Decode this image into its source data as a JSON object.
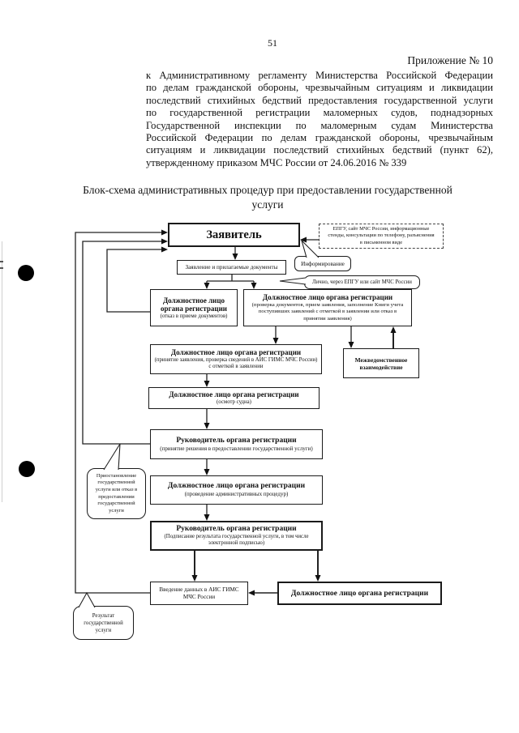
{
  "page": {
    "number": "51"
  },
  "header": {
    "appendix": "Приложение № 10",
    "lines": [
      "к Административному регламенту Министерства Российской Федерации",
      "по делам гражданской обороны, чрезвычайным ситуациям и ликвидации",
      "последствий стихийных бедствий предоставления государственной услуги",
      "по государственной регистрации маломерных судов, поднадзорных",
      "Государственной инспекции по маломерным судам Министерства",
      "Российской Федерации по делам гражданской обороны, чрезвычайным",
      "ситуациям и ликвидации последствий стихийных бедствий (пункт 62),",
      "утвержденному приказом МЧС России от 24.06.2016 № 339"
    ]
  },
  "title": {
    "line1": "Блок-схема административных процедур при предоставлении государственной",
    "line2": "услуги"
  },
  "flowchart": {
    "applicant": "Заявитель",
    "epgu_lines": [
      "ЕПГУ, сайт МЧС России, информационные",
      "стенды, консультации по телефону, разъяснения",
      "в письменном виде"
    ],
    "informing": "Информирование",
    "application": "Заявление и прилагаемые документы",
    "in_person": "Лично, через ЕПГУ или сайт МЧС России",
    "refusal": {
      "title": "Должностное лицо органа регистрации",
      "subtitle": "(отказ в приеме документов)"
    },
    "intake": {
      "title": "Должностное лицо органа регистрации",
      "subtitle": "(проверка документов, прием заявления, заполнение Книги учета поступивших заявлений с отметкой в заявлении или отказ в принятии заявления)"
    },
    "acceptance": {
      "title": "Должностное лицо органа регистрации",
      "subtitle": "(принятие заявления, проверка сведений в АИС ГИМС МЧС России) с отметкой в заявлении"
    },
    "interagency": "Межведомственное взаимодействие",
    "inspection": {
      "title": "Должностное лицо органа регистрации",
      "subtitle": "(осмотр судна)"
    },
    "decision": {
      "title": "Руководитель органа регистрации",
      "subtitle": "(принятие решения в предоставлении государственной услуги)"
    },
    "procedures": {
      "title": "Должностное лицо органа регистрации",
      "subtitle": "(проведение административных процедур)"
    },
    "signing": {
      "title": "Руководитель органа регистрации",
      "subtitle": "(Подписание результата государственной услуги, в том числе электронной подписью)"
    },
    "data_entry": "Введение данных в АИС ГИМС МЧС России",
    "final_official": "Должностное лицо органа регистрации",
    "suspension": "Приостановление государственной услуги или отказ в предоставлении государственной услуги",
    "result": "Результат государственной услуги",
    "line_color": "#222222"
  }
}
